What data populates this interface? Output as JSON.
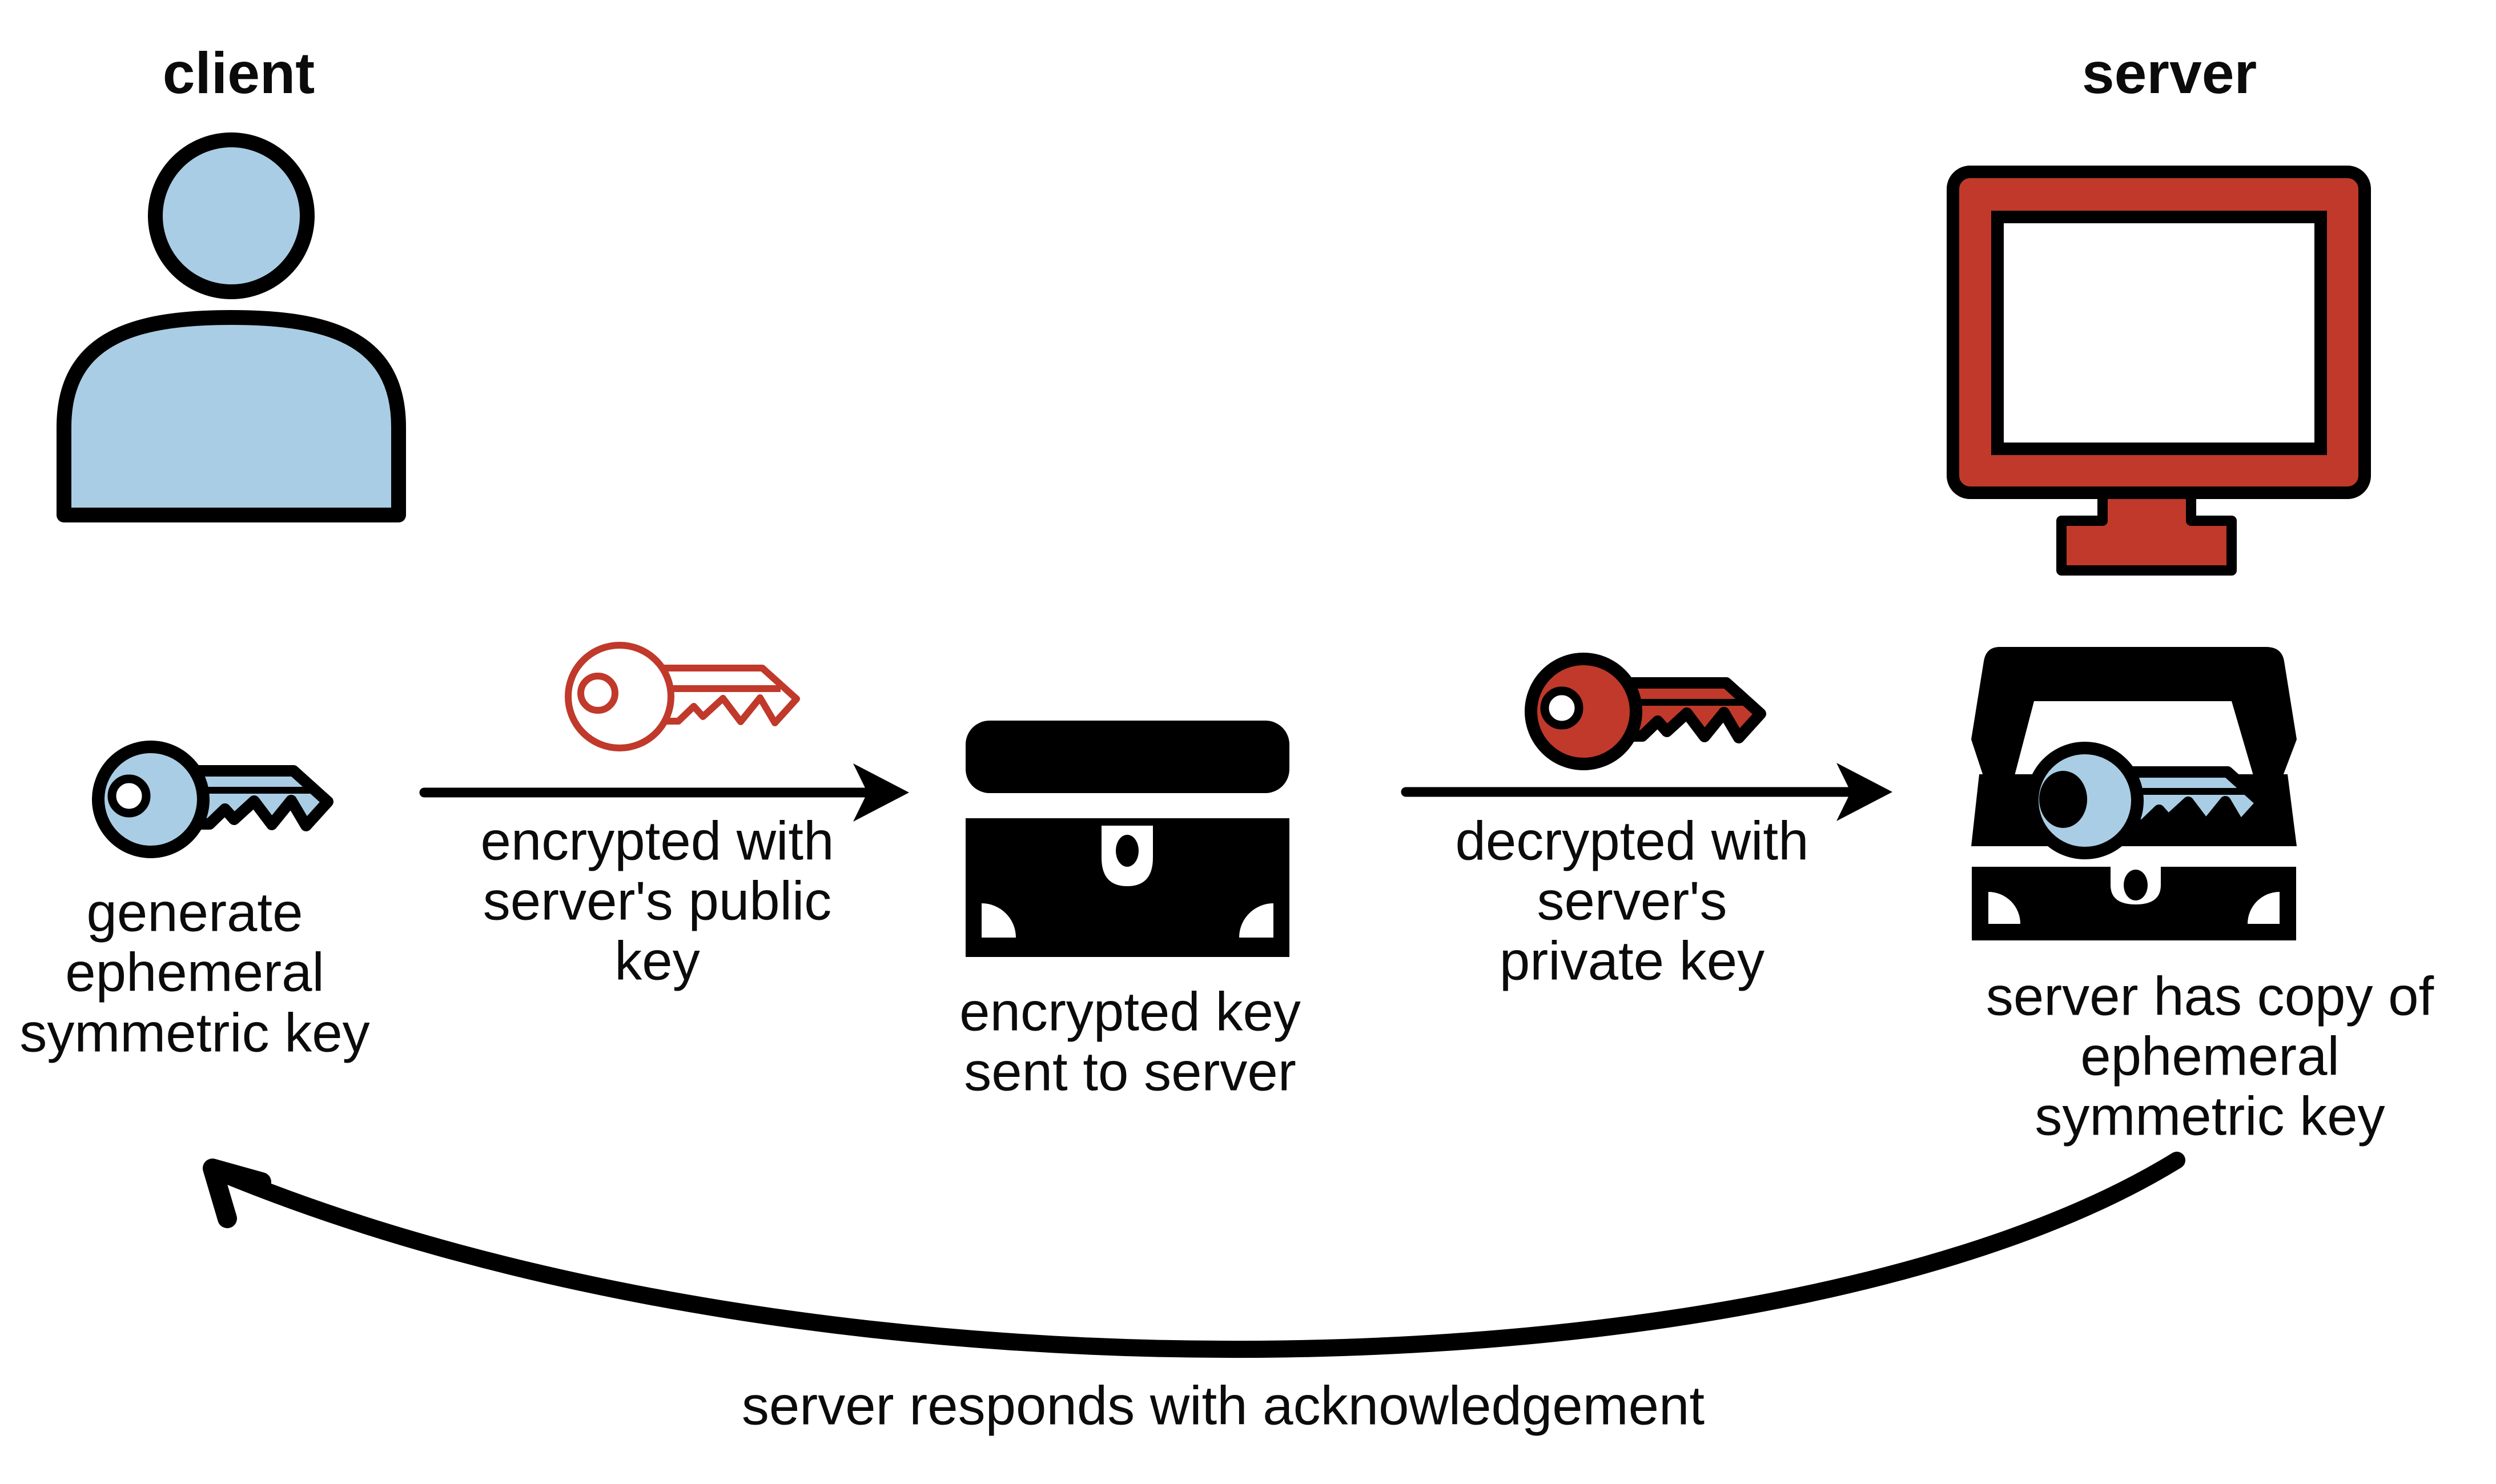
{
  "title": "ephemeral symmetric key exchange diagram",
  "colors": {
    "client_blue": "#a9cde4",
    "server_red": "#c0392b",
    "line_black": "#000000"
  },
  "actors": {
    "client": {
      "label": "client",
      "icon": "person-icon"
    },
    "server": {
      "label": "server",
      "icon": "monitor-icon"
    }
  },
  "steps": {
    "generate": {
      "lines": [
        "generate",
        "ephemeral",
        "symmetric key"
      ],
      "icon": "blue-key-icon"
    },
    "encrypt": {
      "lines": [
        "encrypted with",
        "server's public",
        "key"
      ],
      "icon": "red-outline-key-icon"
    },
    "send": {
      "lines": [
        "encrypted key",
        "sent to server"
      ],
      "icon": "closed-chest-icon"
    },
    "decrypt": {
      "lines": [
        "decrypted with",
        "server's",
        "private key"
      ],
      "icon": "red-key-icon"
    },
    "received": {
      "lines": [
        "server has copy of",
        "ephemeral",
        "symmetric key"
      ],
      "icon": "open-chest-key-icon"
    }
  },
  "return_arrow": {
    "label": "server responds with acknowledgement"
  }
}
